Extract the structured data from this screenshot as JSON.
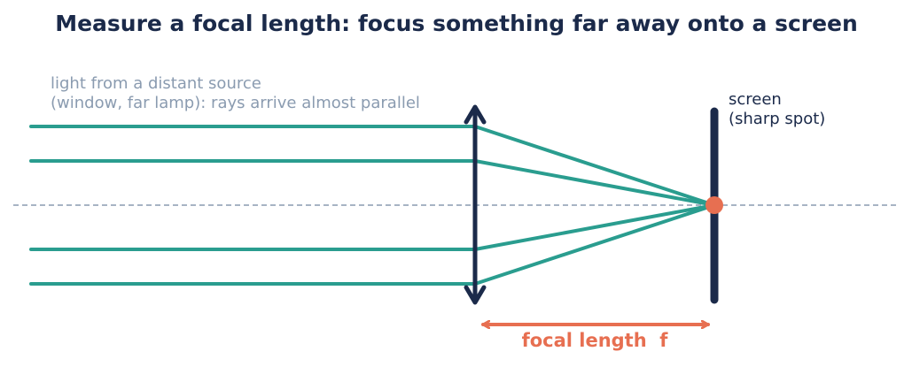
{
  "title": "Measure a focal length: focus something far away onto a screen",
  "source_note": {
    "line1": "light from a distant source",
    "line2": "(window, far lamp): rays arrive almost parallel"
  },
  "screen_note": {
    "line1": "screen",
    "line2": "(sharp spot)"
  },
  "focal_label": "focal length  f",
  "colors": {
    "title": "#1b2a4a",
    "lens": "#1b2a4a",
    "screen": "#1b2a4a",
    "rays": "#2a9d8f",
    "axis": "#8a9bb0",
    "focus": "#e76f51",
    "muted_text": "#8a9bb0"
  }
}
